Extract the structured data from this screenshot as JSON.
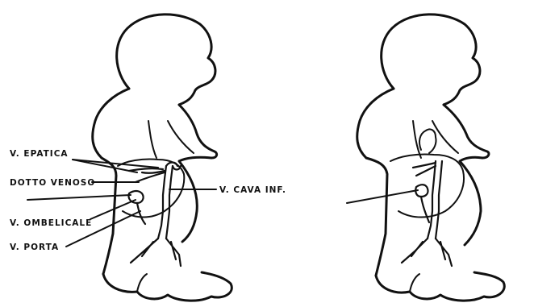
{
  "diagram": {
    "panels": [
      {
        "id": "left",
        "labels": {
          "vena_epatica": "V. EPATICA",
          "dotto_venoso": "DOTTO VENOSO",
          "vena_cava_inferiore": "V. CAVA INF.",
          "vena_ombelicale": "V. OMBELICALE",
          "vena_porta": "V. PORTA"
        }
      },
      {
        "id": "right",
        "labels": {}
      }
    ],
    "colors": {
      "ink": "#111111",
      "background": "#ffffff"
    }
  }
}
